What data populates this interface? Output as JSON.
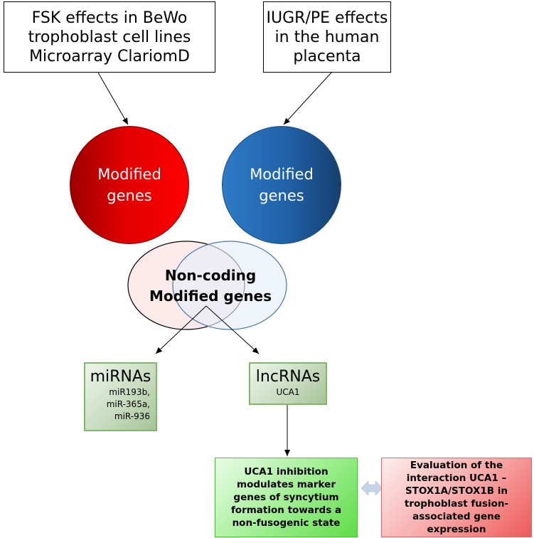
{
  "top_boxes": {
    "fsk": [
      "FSK effects in BeWo",
      "trophoblast cell lines",
      "Microarray ClariomD"
    ],
    "iugr": [
      "IUGR/PE effects",
      "in the human",
      "placenta"
    ]
  },
  "circles": {
    "red": [
      "Modified",
      "genes"
    ],
    "blue": [
      "Modified",
      "genes"
    ]
  },
  "venn": {
    "label": [
      "Non-coding",
      "Modified genes"
    ]
  },
  "mirnas": {
    "title": "miRNAs",
    "items": [
      "miR193b,",
      "miR-365a,",
      "miR-936"
    ]
  },
  "lncrnas": {
    "title": "lncRNAs",
    "items": [
      "UCA1"
    ]
  },
  "results": {
    "uca1": "UCA1 inhibition modulates marker genes of syncytium formation towards a non-fusogenic state",
    "evaluation": "Evaluation of the interaction UCA1 – STOX1A/STOX1B in trophoblast fusion-associated gene expression"
  },
  "colors": {
    "red_circle": "#e00000",
    "blue_circle": "#2061a8",
    "venn_left_fill": "#fbe3e3",
    "venn_right_fill": "#e6eef9",
    "green_box_border": "#7fb76b",
    "uca1_box": "#5fdc48",
    "evaluation_box": "#ee5a5a",
    "double_arrow": "#c5d3e8"
  }
}
